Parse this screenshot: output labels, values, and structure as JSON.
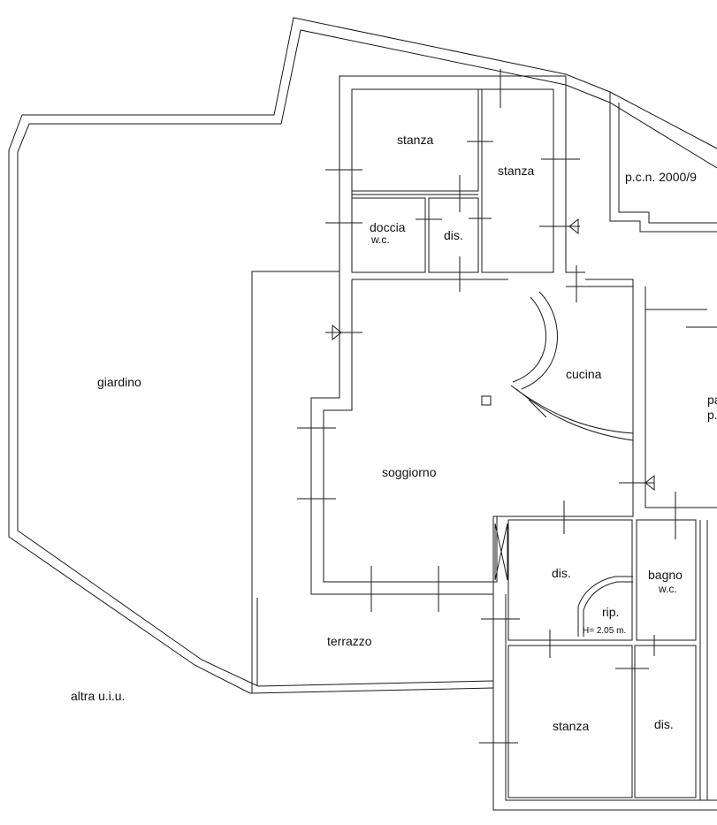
{
  "rooms": {
    "giardino": "giardino",
    "altra_uiu": "altra u.i.u.",
    "terrazzo": "terrazzo",
    "soggiorno": "soggiorno",
    "cucina": "cucina",
    "stanza_top_left": "stanza",
    "stanza_top_right": "stanza",
    "stanza_bottom": "stanza",
    "doccia": "doccia",
    "doccia_wc": "w.c.",
    "dis_top": "dis.",
    "dis_middle": "dis.",
    "dis_bottom": "dis.",
    "bagno": "bagno",
    "bagno_wc": "w.c.",
    "rip": "rip.",
    "rip_height": "H= 2.05 m.",
    "pcn": "p.c.n. 2000/9",
    "pa_cut": "pa",
    "p_cut": "p."
  }
}
